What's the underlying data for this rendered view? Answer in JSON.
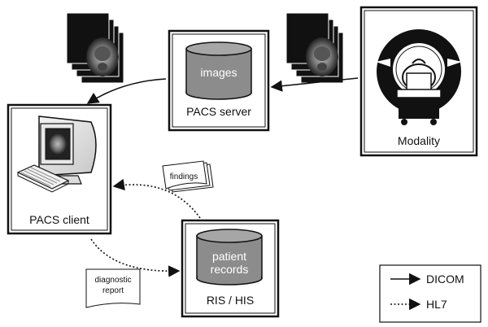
{
  "nodes": {
    "modality": {
      "label": "Modality"
    },
    "pacs_server": {
      "label": "PACS server",
      "storage": "images"
    },
    "pacs_client": {
      "label": "PACS client"
    },
    "ris_his": {
      "label": "RIS / HIS",
      "storage_line1": "patient",
      "storage_line2": "records"
    }
  },
  "documents": {
    "findings": "findings",
    "report_line1": "diagnostic",
    "report_line2": "report"
  },
  "legend": {
    "dicom": "DICOM",
    "hl7": "HL7"
  },
  "colors": {
    "cylinder": "#8c8c8c",
    "cylinder_top": "#a6a6a6",
    "ink": "#111111"
  },
  "icons": [
    "mri-scanner-icon",
    "computer-workstation-icon",
    "mri-image-stack-icon",
    "database-icon",
    "document-stack-icon"
  ]
}
